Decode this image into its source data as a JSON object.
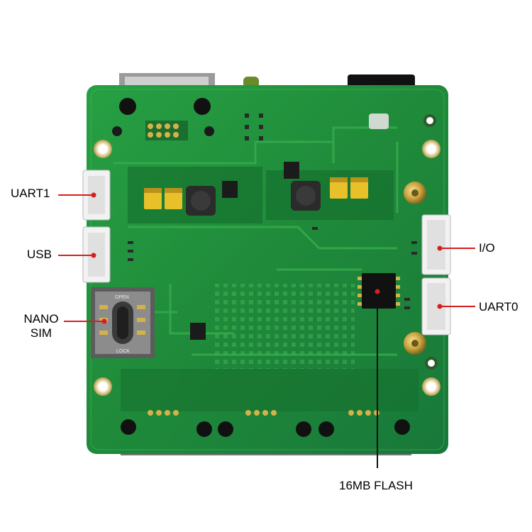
{
  "callouts": {
    "uart1": "UART1",
    "usb": "USB",
    "nano_sim": "NANO\nSIM",
    "io": "I/O",
    "uart0": "UART0",
    "flash": "16MB FLASH"
  },
  "board_markings": {
    "sim_open": "OPEN",
    "sim_lock": "LOCK"
  },
  "colors": {
    "pcb": "#1f8a3a",
    "pcb_dark": "#146b2a",
    "pad_gold": "#d4b24a",
    "callout_line": "#d61f1f"
  }
}
